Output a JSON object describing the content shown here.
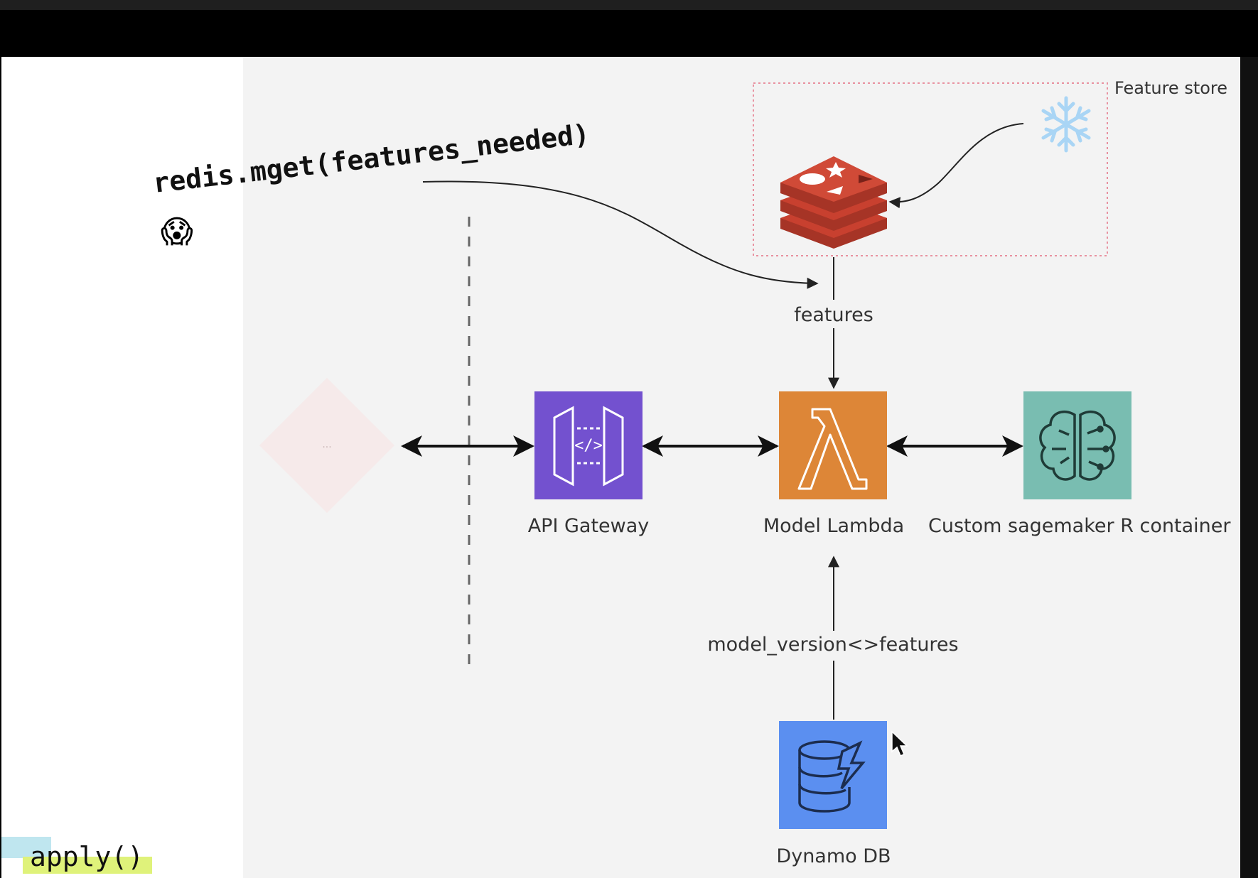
{
  "code_annotation": "redis.mget(features_needed)",
  "emoji": "😱",
  "apply_annotation": "apply()",
  "feature_store_label": "Feature store",
  "edge_labels": {
    "features": "features",
    "model_version_features": "model_version<>features"
  },
  "nodes": {
    "api_gateway": "API Gateway",
    "model_lambda": "Model Lambda",
    "sagemaker": "Custom sagemaker R container",
    "dynamo": "Dynamo DB",
    "faded_node": "..."
  },
  "icons": {
    "redis": "redis-icon",
    "snowflake": "snowflake-icon",
    "api_gateway": "api-gateway-icon",
    "lambda": "lambda-icon",
    "sagemaker": "brain-icon",
    "dynamo": "dynamodb-icon",
    "cursor": "mouse-cursor-icon"
  },
  "colors": {
    "api_gateway": "#7351cf",
    "lambda": "#dd8637",
    "sagemaker": "#79bdb1",
    "dynamo": "#5b8ff0",
    "redis": "#c8402f",
    "feature_store_border": "#e891a0",
    "snowflake": "#a9d5f5"
  }
}
